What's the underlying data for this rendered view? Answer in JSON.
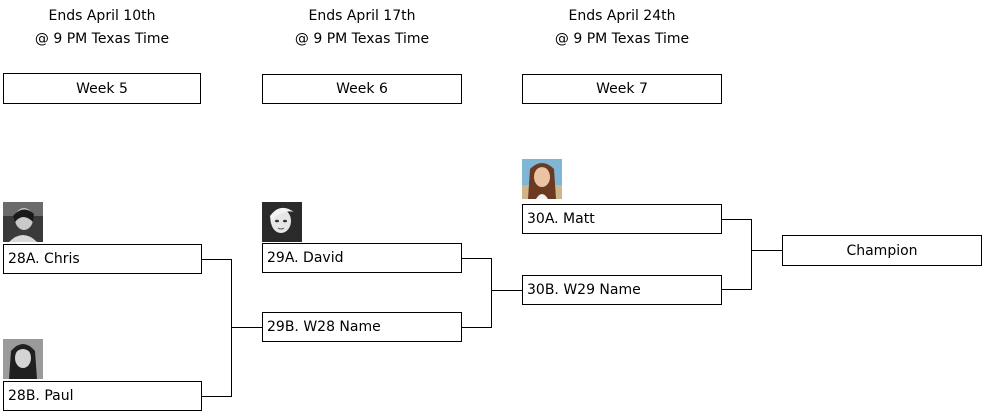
{
  "columns": [
    {
      "deadline_line1": "Ends April 10th",
      "deadline_line2": "@ 9 PM Texas Time",
      "week_label": "Week 5"
    },
    {
      "deadline_line1": "Ends April 17th",
      "deadline_line2": "@ 9 PM Texas Time",
      "week_label": "Week 6"
    },
    {
      "deadline_line1": "Ends April 24th",
      "deadline_line2": "@ 9 PM Texas Time",
      "week_label": "Week 7"
    }
  ],
  "matches": {
    "m28a": "28A. Chris",
    "m28b": "28B. Paul",
    "m29a": "29A. David",
    "m29b": "29B. W28 Name",
    "m30a": "30A. Matt",
    "m30b": "30B. W29 Name",
    "champion": "Champion"
  },
  "avatars": [
    {
      "name": "chris-avatar",
      "style": "black-and-white portrait"
    },
    {
      "name": "paul-avatar",
      "style": "black-and-white portrait"
    },
    {
      "name": "david-avatar",
      "style": "black-and-white portrait"
    },
    {
      "name": "matt-avatar",
      "style": "color portrait"
    }
  ]
}
